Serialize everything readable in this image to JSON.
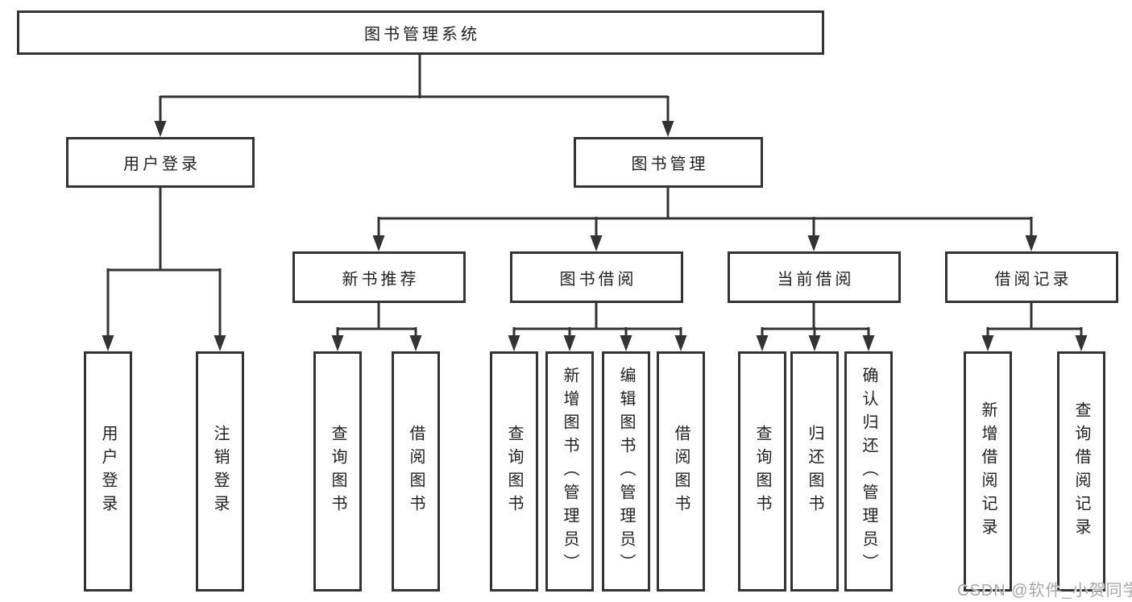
{
  "colors": {
    "line": "#333333",
    "text": "#1f1f1f",
    "box_fill": "#ffffff",
    "watermark": "#a8a8a8"
  },
  "diagram": {
    "root": {
      "label": "图书管理系统"
    },
    "branches": [
      {
        "label": "用户登录",
        "children": [
          {
            "label": "用户登录"
          },
          {
            "label": "注销登录"
          }
        ]
      },
      {
        "label": "图书管理",
        "sections": [
          {
            "label": "新书推荐",
            "children": [
              {
                "label": "查询图书"
              },
              {
                "label": "借阅图书"
              }
            ]
          },
          {
            "label": "图书借阅",
            "children": [
              {
                "label": "查询图书"
              },
              {
                "label": "新增图书（管理员）"
              },
              {
                "label": "编辑图书（管理员）"
              },
              {
                "label": "借阅图书"
              }
            ]
          },
          {
            "label": "当前借阅",
            "children": [
              {
                "label": "查询图书"
              },
              {
                "label": "归还图书"
              },
              {
                "label": "确认归还（管理员）"
              }
            ]
          },
          {
            "label": "借阅记录",
            "children": [
              {
                "label": "新增借阅记录"
              },
              {
                "label": "查询借阅记录"
              }
            ]
          }
        ]
      }
    ]
  },
  "watermark": {
    "text": "CSDN @软件_小贺同学"
  }
}
